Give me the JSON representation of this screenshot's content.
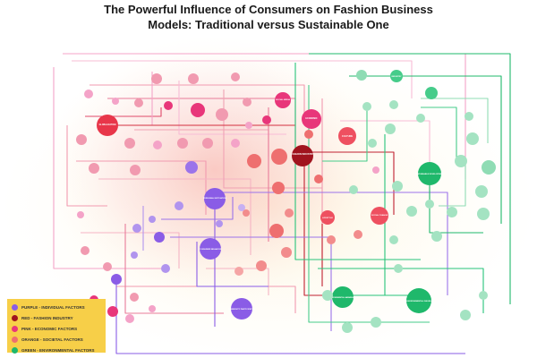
{
  "title": {
    "line1": "The Powerful Influence of Consumers on Fashion Business",
    "line2": "Models: Traditional versus Sustainable One"
  },
  "colors": {
    "purple": "#8a5ce6",
    "red": "#b0202a",
    "pink": "#e8367a",
    "orange": "#ee6f6f",
    "green": "#1fb86b",
    "legend_bg": "#f7cf48"
  },
  "legend": {
    "items": [
      {
        "label": "PURPLE - INDIVIDUAL FACTORS",
        "color": "#8a5ce6"
      },
      {
        "label": "RED - FASHION INDUSTRY",
        "color": "#a0141e"
      },
      {
        "label": "PINK - ECONOMIC FACTORS",
        "color": "#e8367a"
      },
      {
        "label": "ORANGE - SOCIETAL FACTORS",
        "color": "#ee6f6f"
      },
      {
        "label": "GREEN - ENVIRONMENTAL FACTORS",
        "color": "#1fb86b"
      }
    ]
  },
  "nodes": {
    "fashion_industry": "FASHION INDUSTRY",
    "personal_motivation": "PERSONAL MOTIVATION",
    "consumer_behavior": "CONSUMER BEHAVIOR",
    "community": "COMMUNITY PARTICIPATION",
    "sustainable": "SUSTAINABLE DEVELOPMENT",
    "environmental": "ENVIRONMENTAL AWARENESS",
    "environmental_issues": "ENVIRONMENTAL ISSUES",
    "globalization": "GLOBALIZATION",
    "culture": "CULTURE",
    "economic": "ECONOMIC",
    "social_media": "SOCIAL MEDIA",
    "social_change": "SOCIAL CHANGE",
    "lifestyle": "LIFESTYLE",
    "industry": "INDUSTRY"
  }
}
